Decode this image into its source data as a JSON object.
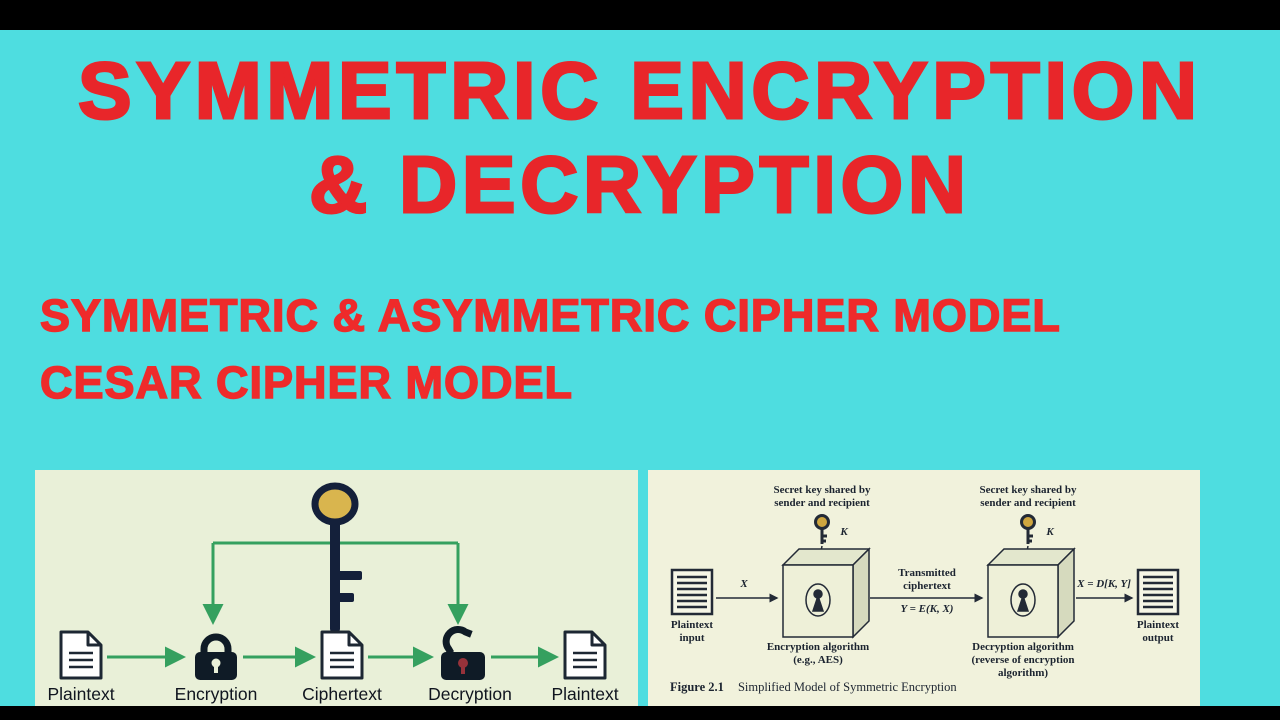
{
  "colors": {
    "background": "#4edde0",
    "bar": "#000000",
    "title_red": "#e8262a",
    "subtitle_red": "#ee2b2b",
    "panel_left_bg": "#e9f0d8",
    "panel_right_bg": "#f1f2dc",
    "arrow_green": "#35a05f",
    "key_gold": "#d9b54e",
    "lock_dark": "#0f1b26"
  },
  "title": {
    "line1": "SYMMETRIC ENCRYPTION",
    "line2": "& DECRYPTION"
  },
  "subtitle": {
    "line1": "SYMMETRIC & ASYMMETRIC CIPHER MODEL",
    "line2": "CESAR CIPHER MODEL"
  },
  "left_diagram": {
    "flow": [
      "Plaintext",
      "Encryption",
      "Ciphertext",
      "Decryption",
      "Plaintext"
    ]
  },
  "right_diagram": {
    "secret_key_left": "Secret key shared by\nsender and recipient",
    "secret_key_right": "Secret key shared by\nsender and recipient",
    "k_left": "K",
    "k_right": "K",
    "x_label": "X",
    "plaintext_input": "Plaintext\ninput",
    "encryption_box_label": "Encryption algorithm\n(e.g., AES)",
    "transmitted_label": "Transmitted\nciphertext",
    "y_formula": "Y = E(K, X)",
    "decryption_box_label": "Decryption algorithm\n(reverse of encryption\nalgorithm)",
    "x_formula": "X = D[K, Y]",
    "plaintext_output": "Plaintext\noutput",
    "caption_figure": "Figure 2.1",
    "caption_text": "Simplified Model of Symmetric Encryption"
  }
}
